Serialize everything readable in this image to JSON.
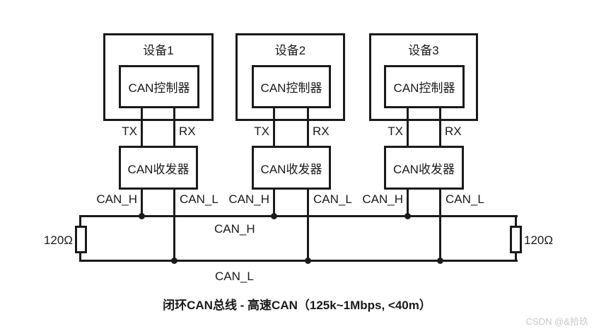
{
  "diagram": {
    "devices": [
      {
        "name": "设备1",
        "controller": "CAN控制器",
        "transceiver": "CAN收发器",
        "tx": "TX",
        "rx": "RX",
        "can_h": "CAN_H",
        "can_l": "CAN_L"
      },
      {
        "name": "设备2",
        "controller": "CAN控制器",
        "transceiver": "CAN收发器",
        "tx": "TX",
        "rx": "RX",
        "can_h": "CAN_H",
        "can_l": "CAN_L"
      },
      {
        "name": "设备3",
        "controller": "CAN控制器",
        "transceiver": "CAN收发器",
        "tx": "TX",
        "rx": "RX",
        "can_h": "CAN_H",
        "can_l": "CAN_L"
      }
    ],
    "bus": {
      "can_h": "CAN_H",
      "can_l": "CAN_L"
    },
    "terminator_left": "120Ω",
    "terminator_right": "120Ω",
    "caption": "闭环CAN总线 - 高速CAN（125k~1Mbps, <40m）",
    "watermark": "CSDN @&拾玖"
  },
  "colors": {
    "line": "#1a1a1a",
    "background": "#ffffff",
    "watermark_text": "#c9c9c9"
  }
}
